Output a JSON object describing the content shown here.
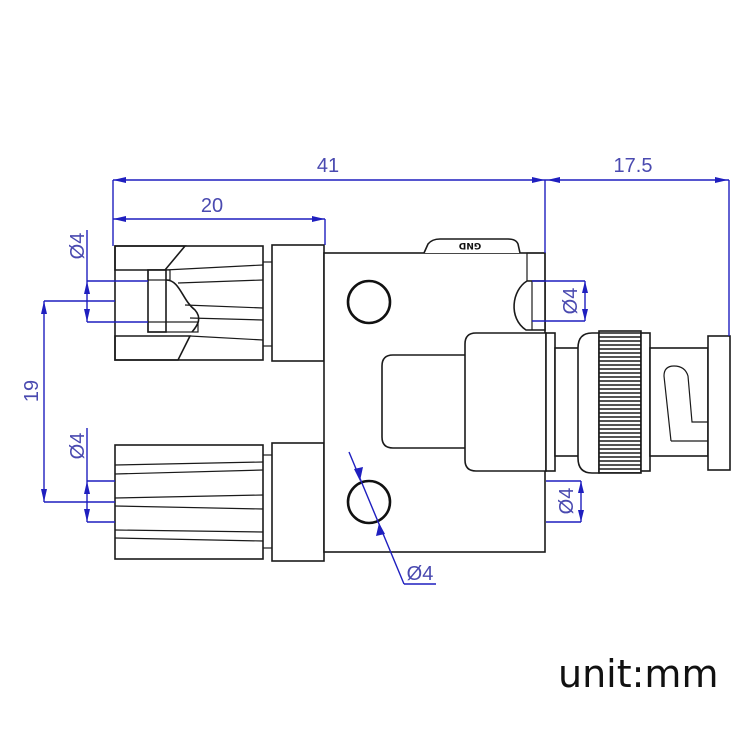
{
  "diagram": {
    "title": "BNC male to dual binding post adapter dimension drawing",
    "colors": {
      "outline": "#1a1a1a",
      "dimension": "#1f1fbf",
      "dimension_text": "#4a4ab0",
      "background": "#ffffff"
    },
    "dimensions": {
      "overall_body_length": "41",
      "binding_post_length": "20",
      "bnc_length": "17.5",
      "post_spacing": "19",
      "upper_post_hole": "Ø4",
      "lower_post_hole": "Ø4",
      "side_hole_upper": "Ø4",
      "side_hole_lower": "Ø4",
      "mounting_hole": "Ø4"
    },
    "labels": {
      "gnd_mark": "GND",
      "unit": "unit:mm"
    },
    "components": [
      "upper-binding-post",
      "lower-binding-post",
      "adapter-body",
      "bnc-male-connector"
    ]
  }
}
